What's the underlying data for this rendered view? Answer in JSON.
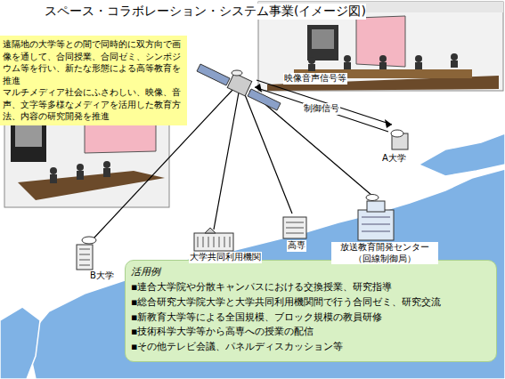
{
  "diagram": {
    "title": "スペース・コラボレーション・システム事業(イメージ図)",
    "nodes": [
      {
        "text": [
          "遠隔地の大学等との間で同時的に双方向で画像を通して、合同授業、合同ゼミ、シンポジウム等を行い、新たな形態による高等教育を推進",
          "マルチメディア社会にふさわしい、映像、音声、文字等多様なメディアを活用した教育方法、内容の研究開発を推進"
        ]
      },
      {
        "text": [
          "活用例",
          "▪連合大学院や分散キャンパスにおける交換授業、研究指導",
          "▪総合研究大学院大学と大学共同利用機関間で行う合同ゼミ、研究交流",
          "▪新教育大学等による全国規模、ブロック規模の教員研修",
          "▪技術科学大学等から高専への授業の配信",
          "▪その他テレビ会議、パネルディスカッション等"
        ]
      }
    ],
    "labels": [
      "映像音声信号等",
      "制御信号",
      "A大学",
      "B大学",
      "大学共同利用機関",
      "高専",
      "放送教育開発センター （回線制御局）"
    ]
  }
}
